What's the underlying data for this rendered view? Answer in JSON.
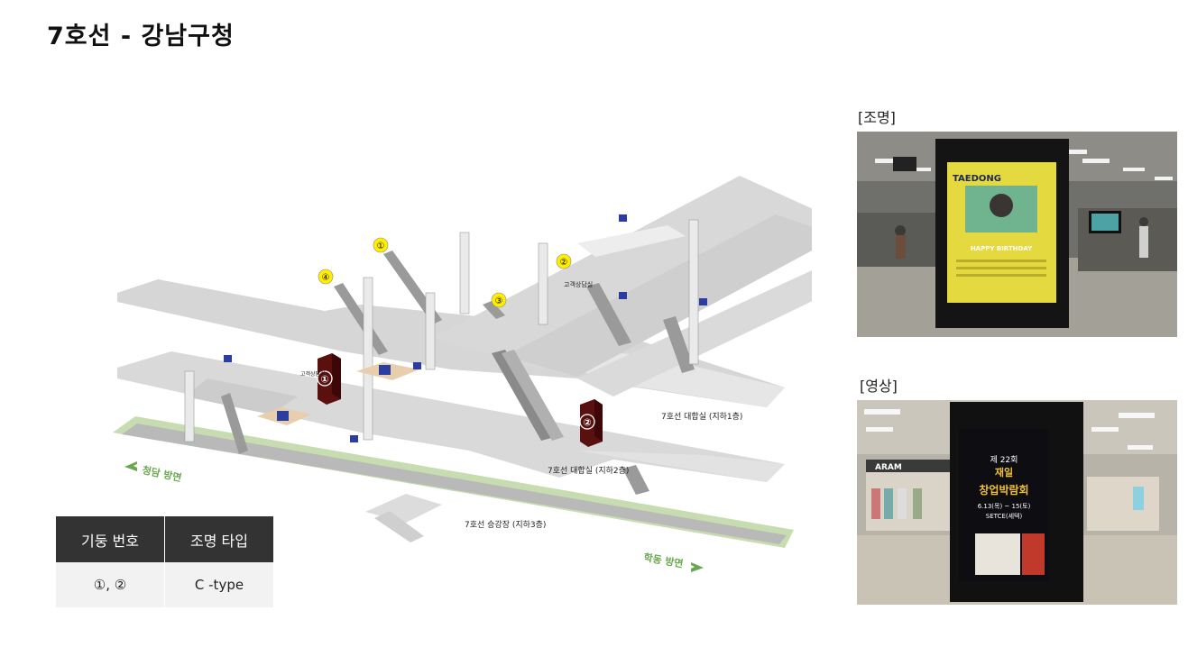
{
  "title": "7호선 - 강남구청",
  "map": {
    "labels": {
      "b1": "7호선 대합실 (지하1층)",
      "b2": "7호선 대합실 (지하2층)",
      "b3": "7호선 승강장 (지하3층)",
      "dir_left": "청담 방면",
      "dir_right": "학동 방면",
      "service_center": "고객상담실"
    },
    "exits": [
      "①",
      "②",
      "③",
      "④"
    ],
    "pillars": [
      "①",
      "②"
    ]
  },
  "legend": {
    "headers": [
      "기둥 번호",
      "조명 타입"
    ],
    "rows": [
      [
        "①, ②",
        "C -type"
      ]
    ]
  },
  "photos": {
    "lighting": {
      "label": "[조명]",
      "screen_title": "TAEDONG",
      "screen_caption": "HAPPY BIRTHDAY"
    },
    "video": {
      "label": "[영상]",
      "shop_sign": "ARAM",
      "screen_lines": [
        "제 22회",
        "재일",
        "창업박람회",
        "6.13(목) ~ 15(토)",
        "SETCE(세텍)"
      ]
    }
  },
  "colors": {
    "floor": "#d6d6d6",
    "floor_light": "#e8e8e8",
    "platform_green": "#c7ddb1",
    "arrow_green": "#6aa84f",
    "pillar": "#5b1010",
    "exit_badge": "#ffee00",
    "header_bg": "#333333"
  }
}
